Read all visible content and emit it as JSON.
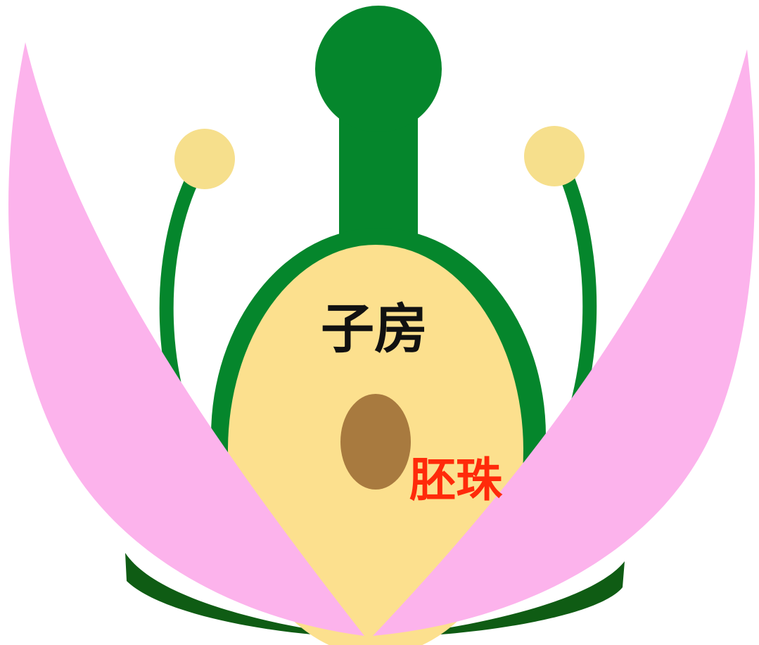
{
  "labels": {
    "ovary": "子房",
    "ovule": "胚珠"
  },
  "colors": {
    "pistil_green": "#05862C",
    "sepal_green": "#0F5C14",
    "petal_pink": "#FCB3EC",
    "ovary_fill": "#FCE08E",
    "anther_yellow": "#F6DF8C",
    "ovule_brown": "#A87A3F",
    "ovule_label": "#FF2A0A"
  },
  "parts": [
    {
      "name": "stigma",
      "shape": "circle"
    },
    {
      "name": "style",
      "shape": "rectangle"
    },
    {
      "name": "ovary",
      "shape": "oval"
    },
    {
      "name": "ovule",
      "shape": "oval"
    },
    {
      "name": "stamen-left",
      "shape": "filament-with-anther"
    },
    {
      "name": "stamen-right",
      "shape": "filament-with-anther"
    },
    {
      "name": "petal-left",
      "shape": "blade"
    },
    {
      "name": "petal-right",
      "shape": "blade"
    },
    {
      "name": "sepal-left",
      "shape": "crescent"
    },
    {
      "name": "sepal-right",
      "shape": "crescent"
    }
  ]
}
